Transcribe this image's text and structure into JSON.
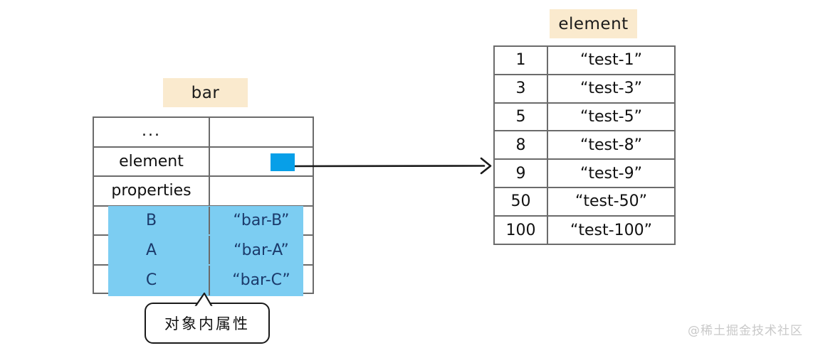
{
  "diagram": {
    "bar_object": {
      "title": "bar",
      "rows": [
        {
          "key": "...",
          "value": "",
          "highlighted": false,
          "marker": "none"
        },
        {
          "key": "element",
          "value": "",
          "highlighted": false,
          "marker": "blue-square"
        },
        {
          "key": "properties",
          "value": "",
          "highlighted": false,
          "marker": "none"
        },
        {
          "key": "B",
          "value": "“bar-B”",
          "highlighted": true,
          "marker": "none"
        },
        {
          "key": "A",
          "value": "“bar-A”",
          "highlighted": true,
          "marker": "none"
        },
        {
          "key": "C",
          "value": "“bar-C”",
          "highlighted": true,
          "marker": "none"
        }
      ]
    },
    "element_object": {
      "title": "element",
      "rows": [
        {
          "key": "1",
          "value": "“test-1”"
        },
        {
          "key": "3",
          "value": "“test-3”"
        },
        {
          "key": "5",
          "value": "“test-5”"
        },
        {
          "key": "8",
          "value": "“test-8”"
        },
        {
          "key": "9",
          "value": "“test-9”"
        },
        {
          "key": "50",
          "value": "“test-50”"
        },
        {
          "key": "100",
          "value": "“test-100”"
        }
      ]
    },
    "callout": {
      "text": "对象内属性"
    },
    "arrow": {
      "label": "",
      "from": "bar.element",
      "to": "element-table"
    },
    "watermark": {
      "text": "@稀土掘金技术社区"
    },
    "colors": {
      "chip_bg": "#faeace",
      "highlight_bg": "#7ccdf2",
      "highlight_text": "#1b3a6b",
      "marker_blue": "#079fe8",
      "border": "#6b6b6b",
      "watermark": "#c9c9c9"
    }
  }
}
